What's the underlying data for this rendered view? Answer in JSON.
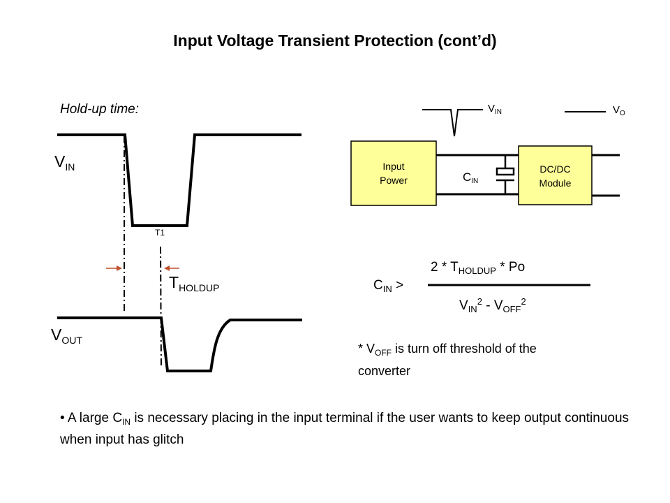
{
  "slide": {
    "title": "Input Voltage Transient Protection (cont’d)"
  },
  "waveforms": {
    "section_label": "Hold-up time:",
    "vin": {
      "base": "V",
      "sub": "IN"
    },
    "vout": {
      "base": "V",
      "sub": "OUT"
    },
    "t1_label": "T1",
    "tholdup": {
      "base": "T",
      "sub": "HOLDUP"
    },
    "arrow_color": "#c0502a"
  },
  "circuit": {
    "input_power_label": [
      "Input",
      "Power"
    ],
    "dcdc_label": [
      "DC/DC",
      "Module"
    ],
    "cin": {
      "base": "C",
      "sub": "IN"
    },
    "vin": {
      "base": "V",
      "sub": "IN"
    },
    "vo": {
      "base": "V",
      "sub": "O"
    },
    "box_fill": "#ffff99"
  },
  "formula": {
    "lhs_base": "C",
    "lhs_sub": "IN",
    "relation": ">",
    "numerator": {
      "prefix": "2 * T",
      "sub": "HOLDUP",
      "suffix": " * Po"
    },
    "denominator": {
      "v1_base": "V",
      "v1_sub": "IN",
      "v1_sup": "2",
      "minus": " - ",
      "v2_base": "V",
      "v2_sub": "OFF",
      "v2_sup": "2"
    }
  },
  "note": {
    "prefix": "* V",
    "sub": "OFF",
    "text": " is turn off threshold of the converter"
  },
  "bullet": {
    "prefix": "• A large C",
    "sub": "IN",
    "text": " is necessary placing in the input terminal if the user wants to keep output continuous when input has glitch"
  }
}
